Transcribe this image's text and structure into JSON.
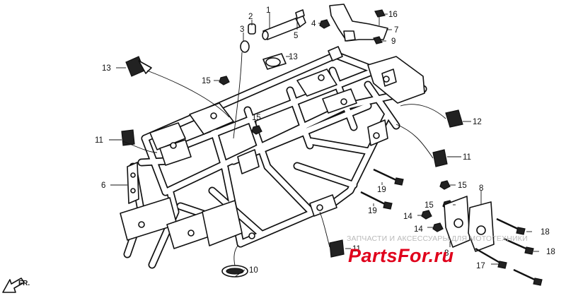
{
  "callouts": [
    {
      "id": "c1",
      "label": "1"
    },
    {
      "id": "c2",
      "label": "2"
    },
    {
      "id": "c3",
      "label": "3"
    },
    {
      "id": "c4",
      "label": "4"
    },
    {
      "id": "c5",
      "label": "5"
    },
    {
      "id": "c6",
      "label": "6"
    },
    {
      "id": "c7",
      "label": "7"
    },
    {
      "id": "c8a",
      "label": "8"
    },
    {
      "id": "c8b",
      "label": "8"
    },
    {
      "id": "c9",
      "label": "9"
    },
    {
      "id": "c10",
      "label": "10"
    },
    {
      "id": "c11a",
      "label": "11"
    },
    {
      "id": "c11b",
      "label": "11"
    },
    {
      "id": "c11c",
      "label": "11"
    },
    {
      "id": "c12",
      "label": "12"
    },
    {
      "id": "c13a",
      "label": "13"
    },
    {
      "id": "c13b",
      "label": "13"
    },
    {
      "id": "c14a",
      "label": "14"
    },
    {
      "id": "c14b",
      "label": "14"
    },
    {
      "id": "c15a",
      "label": "15"
    },
    {
      "id": "c15b",
      "label": "15"
    },
    {
      "id": "c15c",
      "label": "15"
    },
    {
      "id": "c15d",
      "label": "15"
    },
    {
      "id": "c16",
      "label": "16"
    },
    {
      "id": "c17",
      "label": "17"
    },
    {
      "id": "c18a",
      "label": "18"
    },
    {
      "id": "c18b",
      "label": "18"
    },
    {
      "id": "c19a",
      "label": "19"
    },
    {
      "id": "c19b",
      "label": "19"
    }
  ],
  "watermark": {
    "caption": "ЗАПЧАСТИ И АКСЕССУАРЫ ДЛЯ МОТОТЕХНИКИ",
    "logo": "PartsFor.ru"
  },
  "direction": {
    "label": "FR."
  },
  "colors": {
    "line": "#111111",
    "watermark_logo": "#e0001b",
    "watermark_caption": "#b9b9b9"
  }
}
